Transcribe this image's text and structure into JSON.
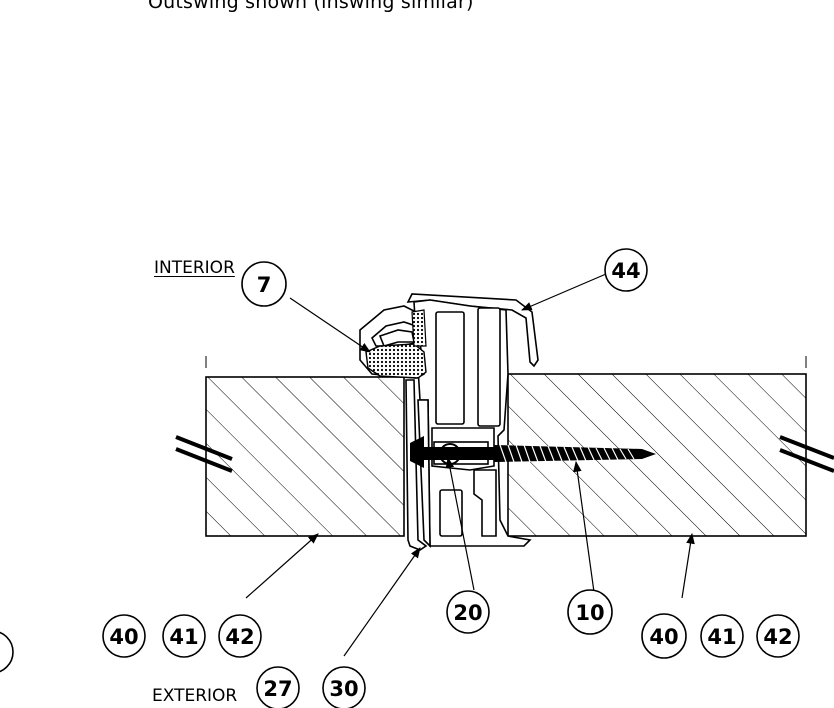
{
  "caption": "Outswing shown (inswing similar)",
  "labels": {
    "interior": "INTERIOR",
    "exterior": "EXTERIOR"
  },
  "callouts": {
    "c7": "7",
    "c44": "44",
    "c20": "20",
    "c10": "10",
    "c40a": "40",
    "c41a": "41",
    "c42a": "42",
    "c40b": "40",
    "c41b": "41",
    "c42b": "42",
    "c27": "27",
    "c30": "30"
  }
}
